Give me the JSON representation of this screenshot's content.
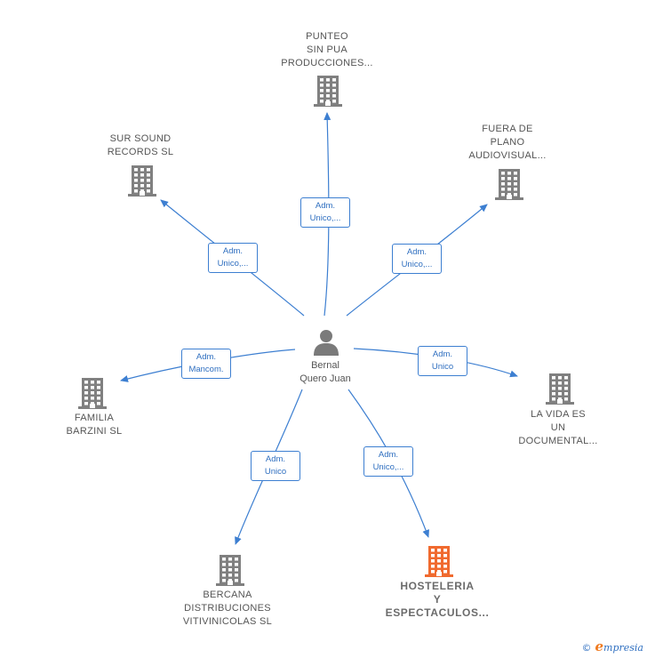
{
  "center": {
    "name": "Bernal\nQuero Juan"
  },
  "nodes": [
    {
      "id": "punteo",
      "label": "PUNTEO\nSIN PUA\nPRODUCCIONES...",
      "highlight": false
    },
    {
      "id": "fuera",
      "label": "FUERA DE\nPLANO\nAUDIOVISUAL...",
      "highlight": false
    },
    {
      "id": "sursound",
      "label": "SUR SOUND\nRECORDS SL",
      "highlight": false
    },
    {
      "id": "familia",
      "label": "FAMILIA\nBARZINI SL",
      "highlight": false
    },
    {
      "id": "lavida",
      "label": "LA VIDA ES\nUN\nDOCUMENTAL...",
      "highlight": false
    },
    {
      "id": "bercana",
      "label": "BERCANA\nDISTRIBUCIONES\nVITIVINICOLAS SL",
      "highlight": false
    },
    {
      "id": "hosteleria",
      "label": "HOSTELERIA\nY\nESPECTACULOS...",
      "highlight": true
    }
  ],
  "edges": [
    {
      "to": "punteo",
      "label": "Adm.\nUnico,..."
    },
    {
      "to": "fuera",
      "label": "Adm.\nUnico,..."
    },
    {
      "to": "sursound",
      "label": "Adm.\nUnico,..."
    },
    {
      "to": "familia",
      "label": "Adm.\nMancom."
    },
    {
      "to": "lavida",
      "label": "Adm.\nUnico"
    },
    {
      "to": "bercana",
      "label": "Adm.\nUnico"
    },
    {
      "to": "hosteleria",
      "label": "Adm.\nUnico,..."
    }
  ],
  "colors": {
    "edge": "#3d7fd1",
    "building": "#808080",
    "highlight": "#f06a2f",
    "person": "#7a7a7a"
  },
  "icons": {
    "company": "building-icon",
    "person": "person-icon"
  },
  "footer": {
    "copyright": "©",
    "brand_initial": "e",
    "brand_rest": "mpresia"
  }
}
